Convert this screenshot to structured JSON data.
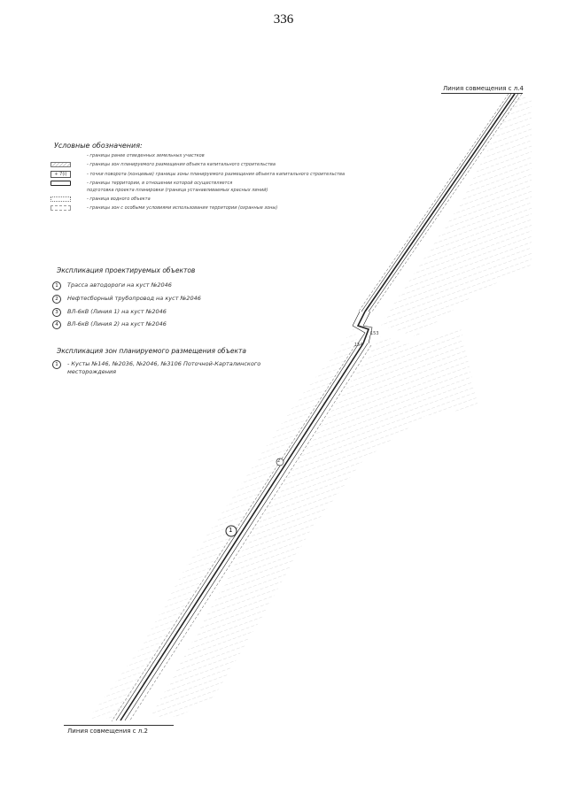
{
  "page_number": "336",
  "match_lines": {
    "top": "Линия совмещения с л.4",
    "bottom": "Линия совмещения с л.2"
  },
  "legend": {
    "title": "Условные обозначения:",
    "items": [
      {
        "symbol": "",
        "text": "- границы ранее отведенных земельных участков"
      },
      {
        "symbol": "",
        "text": "- границы зон планируемого размещения объекта капитального строительства"
      },
      {
        "symbol": "+ 7(i)",
        "text": "- точки поворота (концевые) границы зоны планируемого размещения объекта капитального строительства"
      },
      {
        "symbol": "",
        "text": "- границы территории, в отношении которой осуществляется"
      },
      {
        "symbol": "",
        "text": "подготовка проекта планировки (граница устанавливаемых красных линий)"
      },
      {
        "symbol": "",
        "text": "- граница водного объекта"
      },
      {
        "symbol": "",
        "text": "- границы зон с особыми условиями использования территории (охранные зоны)"
      }
    ]
  },
  "objects_explication": {
    "title": "Экспликация проектируемых объектов",
    "items": [
      {
        "num": "1",
        "text": "Трасса автодороги на куст №2046"
      },
      {
        "num": "2",
        "text": "Нефтесборный трубопровод на куст №2046"
      },
      {
        "num": "3",
        "text": "ВЛ-6кВ (Линия 1) на куст №2046"
      },
      {
        "num": "4",
        "text": "ВЛ-6кВ (Линия 2) на куст №2046"
      }
    ]
  },
  "zones_explication": {
    "title": "Экспликация зон планируемого размещения объекта",
    "items": [
      {
        "num": "1",
        "text": "- Кусты №146, №2036, №2046, №3106 Поточной-Карталинского месторождения"
      }
    ]
  },
  "map": {
    "route_labels": [
      "1",
      "2"
    ],
    "point_labels": [
      "153",
      "154"
    ],
    "line_color": "#222222",
    "hatch_color": "#bbbbbb"
  }
}
